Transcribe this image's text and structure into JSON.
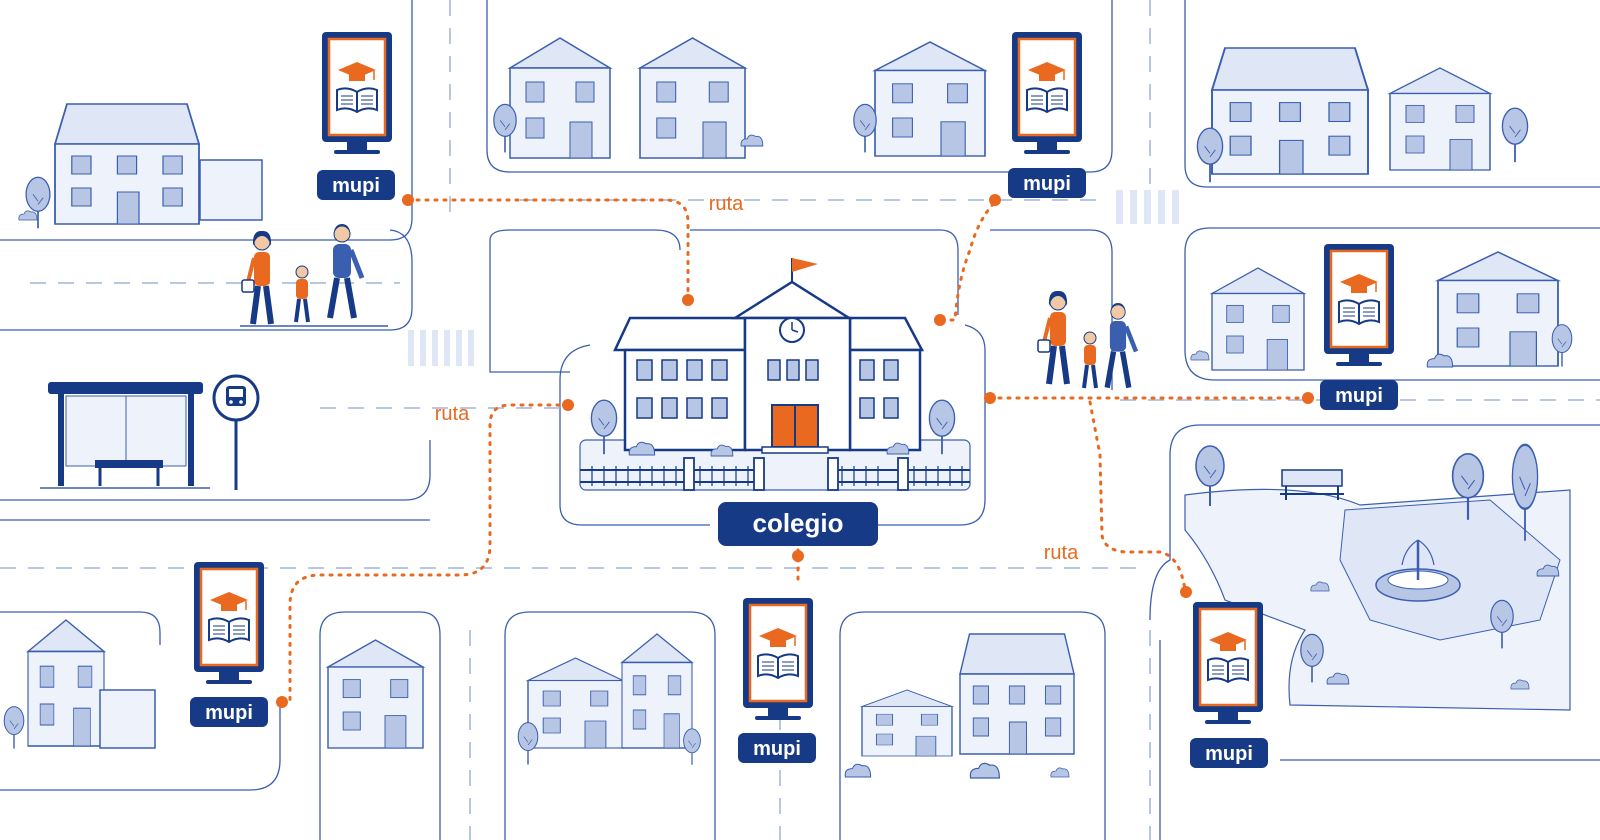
{
  "colors": {
    "navy": "#163a86",
    "line_blue": "#3b5fb0",
    "light_blue": "#e9eef9",
    "mid_blue": "#b8c6e6",
    "orange": "#e8691f",
    "white": "#ffffff"
  },
  "school": {
    "label": "colegio"
  },
  "mupi": {
    "label": "mupi",
    "icon": "graduation-cap-book-icon"
  },
  "routes": {
    "label_1": "ruta",
    "label_2": "ruta",
    "label_3": "ruta"
  },
  "bus_stop": {
    "icon": "bus-icon"
  }
}
